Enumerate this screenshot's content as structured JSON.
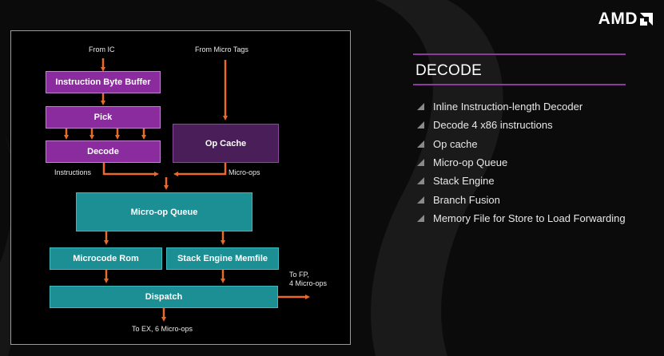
{
  "logo": {
    "text": "AMD",
    "icon": "amd-arrow-icon"
  },
  "colors": {
    "purple": "#8a2c9e",
    "purple_dark": "#4a1e58",
    "teal": "#1b8f94",
    "arrow": "#ea6a2a",
    "accent_line": "#8e3a9e"
  },
  "diagram": {
    "labels": {
      "from_ic": "From IC",
      "from_micro_tags": "From Micro Tags",
      "instructions": "Instructions",
      "micro_ops": "Micro-ops",
      "to_fp_line1": "To FP,",
      "to_fp_line2": "4 Micro-ops",
      "to_ex": "To EX, 6 Micro-ops"
    },
    "blocks": {
      "instruction_byte_buffer": "Instruction Byte Buffer",
      "pick": "Pick",
      "decode": "Decode",
      "op_cache": "Op Cache",
      "micro_op_queue": "Micro-op Queue",
      "microcode_rom": "Microcode Rom",
      "stack_engine_memfile": "Stack Engine Memfile",
      "dispatch": "Dispatch"
    }
  },
  "panel": {
    "title": "DECODE",
    "bullet_icon": "triangle-bullet-icon",
    "bullets": [
      "Inline Instruction-length Decoder",
      "Decode 4 x86 instructions",
      "Op cache",
      "Micro-op Queue",
      "Stack Engine",
      "Branch Fusion",
      "Memory File for Store to Load Forwarding"
    ]
  }
}
